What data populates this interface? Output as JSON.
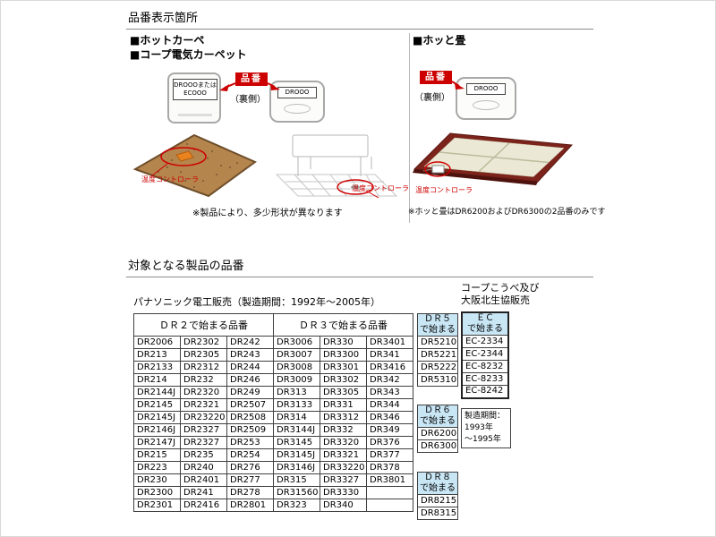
{
  "section_location": {
    "title": "品番表示箇所",
    "left": {
      "heading1": "■ホットカーペ",
      "heading2": "■コープ電気カーペット",
      "sticker_line1": "DROOOまたは",
      "sticker_line2": "ECOOO",
      "badge": "品番",
      "back_label": "（裏側）",
      "controller_model": "DROOO",
      "carpet_caption": "温度コントローラ",
      "room_caption": "温度コントローラ",
      "note": "※製品により、多少形状が異なります"
    },
    "right": {
      "heading": "■ホッと畳",
      "badge": "品番",
      "back_label": "（裏側）",
      "controller_model": "DROOO",
      "caption": "温度コントローラ",
      "note": "※ホッと畳はDR6200およびDR6300の2品番のみです"
    }
  },
  "section_models": {
    "title": "対象となる製品の品番",
    "panasonic_label": "パナソニック電工販売（製造期間：1992年～2005年）",
    "coop_label_line1": "コープこうべ及び",
    "coop_label_line2": "大阪北生協販売",
    "main_table": {
      "dr2_header": "ＤＲ２で始まる品番",
      "dr3_header": "ＤＲ３で始まる品番",
      "rows": [
        [
          "DR2006",
          "DR2302",
          "DR242",
          "DR3006",
          "DR330",
          "DR3401"
        ],
        [
          "DR213",
          "DR2305",
          "DR243",
          "DR3007",
          "DR3300",
          "DR341"
        ],
        [
          "DR2133",
          "DR2312",
          "DR244",
          "DR3008",
          "DR3301",
          "DR3416"
        ],
        [
          "DR214",
          "DR232",
          "DR246",
          "DR3009",
          "DR3302",
          "DR342"
        ],
        [
          "DR2144J",
          "DR2320",
          "DR249",
          "DR313",
          "DR3305",
          "DR343"
        ],
        [
          "DR2145",
          "DR2321",
          "DR2507",
          "DR3133",
          "DR331",
          "DR344"
        ],
        [
          "DR2145J",
          "DR23220",
          "DR2508",
          "DR314",
          "DR3312",
          "DR346"
        ],
        [
          "DR2146J",
          "DR2327",
          "DR2509",
          "DR3144J",
          "DR332",
          "DR349"
        ],
        [
          "DR2147J",
          "DR2327",
          "DR253",
          "DR3145",
          "DR3320",
          "DR376"
        ],
        [
          "DR215",
          "DR235",
          "DR254",
          "DR3145J",
          "DR3321",
          "DR377"
        ],
        [
          "DR223",
          "DR240",
          "DR276",
          "DR3146J",
          "DR33220",
          "DR378"
        ],
        [
          "DR230",
          "DR2401",
          "DR277",
          "DR315",
          "DR3327",
          "DR3801"
        ],
        [
          "DR2300",
          "DR241",
          "DR278",
          "DR31560",
          "DR3330",
          ""
        ],
        [
          "DR2301",
          "DR2416",
          "DR2801",
          "DR323",
          "DR340",
          ""
        ]
      ]
    },
    "dr5": {
      "header_line1": "ＤＲ５",
      "header_line2": "で始まる",
      "items": [
        "DR5210",
        "DR5221",
        "DR5222",
        "DR5310"
      ]
    },
    "dr6": {
      "header_line1": "ＤＲ６",
      "header_line2": "で始まる",
      "items": [
        "DR6200",
        "DR6300"
      ]
    },
    "dr8": {
      "header_line1": "ＤＲ８",
      "header_line2": "で始まる",
      "items": [
        "DR8215",
        "DR8315"
      ]
    },
    "ec": {
      "header_line1": "ＥＣ",
      "header_line2": "で始まる",
      "items": [
        "EC-2334",
        "EC-2344",
        "EC-8232",
        "EC-8233",
        "EC-8242"
      ]
    },
    "ec_period": {
      "line1": "製造期間：",
      "line2": "1993年",
      "line3": "～1995年"
    }
  },
  "colors": {
    "accent_red": "#cc0000",
    "header_blue": "#c9e6f5",
    "tatami_frame": "#7c241c",
    "carpet_brown": "#b5854e"
  }
}
